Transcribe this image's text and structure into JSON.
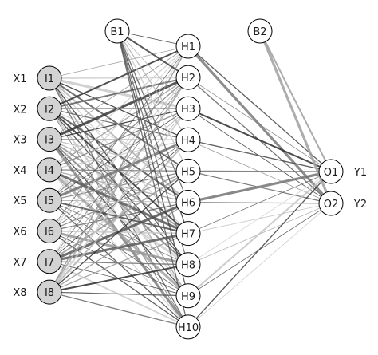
{
  "colors": {
    "input_fill": "#d3d3d3",
    "other_fill": "#ffffff",
    "node_stroke": "#000000",
    "label_color": "#1a1a1a",
    "background": "#ffffff"
  },
  "network": {
    "input_nodes": [
      {
        "id": "I1",
        "label": "I1",
        "var_label": "X1"
      },
      {
        "id": "I2",
        "label": "I2",
        "var_label": "X2"
      },
      {
        "id": "I3",
        "label": "I3",
        "var_label": "X3"
      },
      {
        "id": "I4",
        "label": "I4",
        "var_label": "X4"
      },
      {
        "id": "I5",
        "label": "I5",
        "var_label": "X5"
      },
      {
        "id": "I6",
        "label": "I6",
        "var_label": "X6"
      },
      {
        "id": "I7",
        "label": "I7",
        "var_label": "X7"
      },
      {
        "id": "I8",
        "label": "I8",
        "var_label": "X8"
      }
    ],
    "hidden_nodes": [
      {
        "id": "H1",
        "label": "H1"
      },
      {
        "id": "H2",
        "label": "H2"
      },
      {
        "id": "H3",
        "label": "H3"
      },
      {
        "id": "H4",
        "label": "H4"
      },
      {
        "id": "H5",
        "label": "H5"
      },
      {
        "id": "H6",
        "label": "H6"
      },
      {
        "id": "H7",
        "label": "H7"
      },
      {
        "id": "H8",
        "label": "H8"
      },
      {
        "id": "H9",
        "label": "H9"
      },
      {
        "id": "H10",
        "label": "H10"
      }
    ],
    "output_nodes": [
      {
        "id": "O1",
        "label": "O1",
        "var_label": "Y1"
      },
      {
        "id": "O2",
        "label": "O2",
        "var_label": "Y2"
      }
    ],
    "bias_nodes": [
      {
        "id": "B1",
        "label": "B1",
        "feeds": "hidden"
      },
      {
        "id": "B2",
        "label": "B2",
        "feeds": "output"
      }
    ]
  }
}
